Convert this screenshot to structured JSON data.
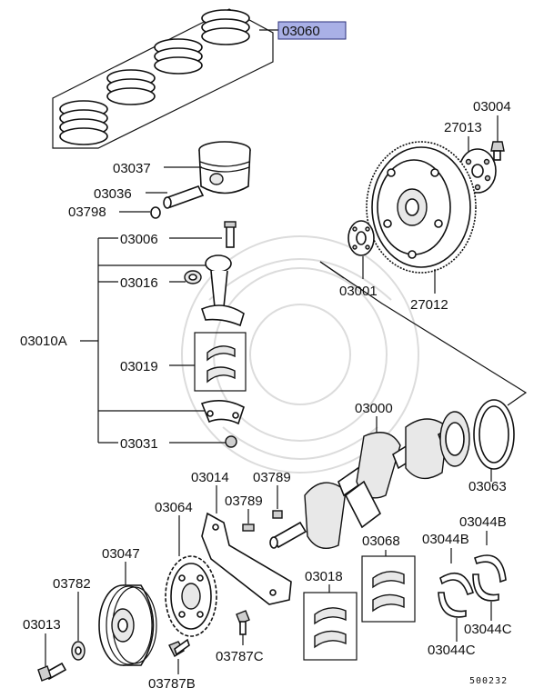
{
  "labels": {
    "p03060": "03060",
    "p03037": "03037",
    "p03036": "03036",
    "p03798": "03798",
    "p03006": "03006",
    "p03016": "03016",
    "p03010A": "03010A",
    "p03019": "03019",
    "p03031": "03031",
    "p03004": "03004",
    "p27013": "27013",
    "p03001": "03001",
    "p27012": "27012",
    "p03000": "03000",
    "p03063": "03063",
    "p03014": "03014",
    "p03789a": "03789",
    "p03789b": "03789",
    "p03064": "03064",
    "p03047": "03047",
    "p03782": "03782",
    "p03013": "03013",
    "p03787B": "03787B",
    "p03787C": "03787C",
    "p03018": "03018",
    "p03068": "03068",
    "p03044B_a": "03044B",
    "p03044B_b": "03044B",
    "p03044C_a": "03044C",
    "p03044C_b": "03044C"
  },
  "diagram_id": "500232",
  "colors": {
    "highlight_fill": "#a9b0e6",
    "highlight_stroke": "#2b2f7a",
    "line": "#111111"
  }
}
